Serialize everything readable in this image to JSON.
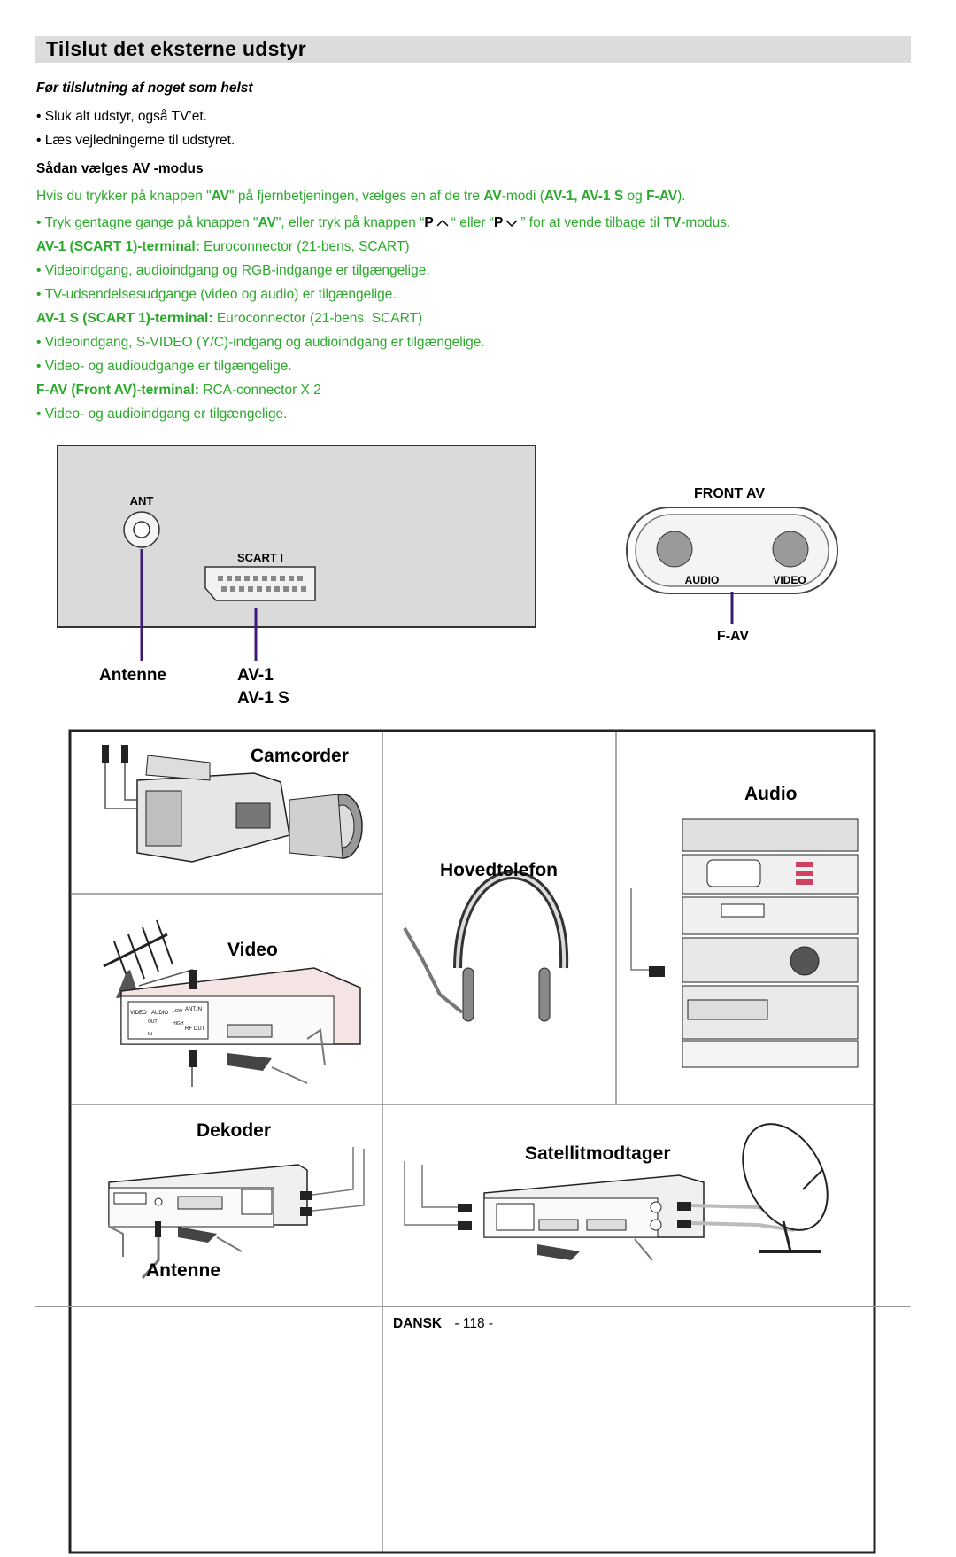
{
  "page": {
    "title": "Tilslut det eksterne udstyr",
    "subheading": "Før tilslutning af noget som helst",
    "bullets_before": [
      "• Sluk alt udstyr, også TV’et.",
      "• Læs vejledningerne til udstyret."
    ],
    "av_mode_heading": "Sådan vælges AV -modus",
    "av_intro": {
      "p1": "Hvis du trykker på knappen \"",
      "k1": "AV",
      "p2": "\" på fjernbetjeningen, vælges en af de tre ",
      "k2": "AV",
      "p3": "-modi (",
      "k3": "AV-1, AV-1 S",
      "p4": " og ",
      "k4": "F-AV",
      "p5": ")."
    },
    "av_press": {
      "p1": "• Tryk gentagne gange på knappen \"",
      "k1": "AV",
      "p2": "\", eller tryk på knappen “",
      "k2": "P",
      "p3": "“ eller “",
      "k3": "P",
      "p4": "” for at vende tilbage til ",
      "k4": "TV",
      "p5": "-modus."
    },
    "terminals": [
      {
        "name": "AV-1 (SCART 1)-terminal:",
        "desc": " Euroconnector (21-bens, SCART)",
        "items": [
          "• Videoindgang, audioindgang og RGB-indgange er tilgængelige.",
          "• TV-udsendelsesudgange (video og audio) er tilgængelige."
        ]
      },
      {
        "name": "AV-1 S (SCART 1)-terminal:",
        "desc": " Euroconnector (21-bens, SCART)",
        "items": [
          "• Videoindgang, S-VIDEO (Y/C)-indgang og audioindgang er tilgængelige.",
          "• Video- og audioudgange er tilgængelige."
        ]
      },
      {
        "name": "F-AV (Front AV)-terminal:",
        "desc": " RCA-connector X 2",
        "items": [
          "• Video- og audioindgang er tilgængelige."
        ]
      }
    ]
  },
  "rear_panel": {
    "ant_label": "ANT",
    "scart_label": "SCART I",
    "antenna_callout": "Antenne",
    "av1_callout": "AV-1",
    "av1s_callout": "AV-1 S"
  },
  "front_av": {
    "title": "FRONT AV",
    "audio": "AUDIO",
    "video": "VIDEO",
    "callout": "F-AV"
  },
  "devices": {
    "camcorder": "Camcorder",
    "audio": "Audio",
    "headphones": "Hovedtelefon",
    "video": "Video",
    "decoder": "Dekoder",
    "satellite": "Satellitmodtager",
    "antenna": "Antenne",
    "vcr_panel": {
      "video": "VIDEO",
      "audio": "AUDIO",
      "out": "OUT",
      "in": "IN",
      "ant_in": "ANT.IN",
      "rf_out": "RF OUT",
      "low": "LOW",
      "high": "HIGH"
    }
  },
  "footer": {
    "language": "DANSK",
    "page_number": "- 118 -"
  },
  "colors": {
    "green_text": "#2aaa2a",
    "callout_line": "#3b1a7a",
    "title_bar": "#dcdcdc"
  }
}
